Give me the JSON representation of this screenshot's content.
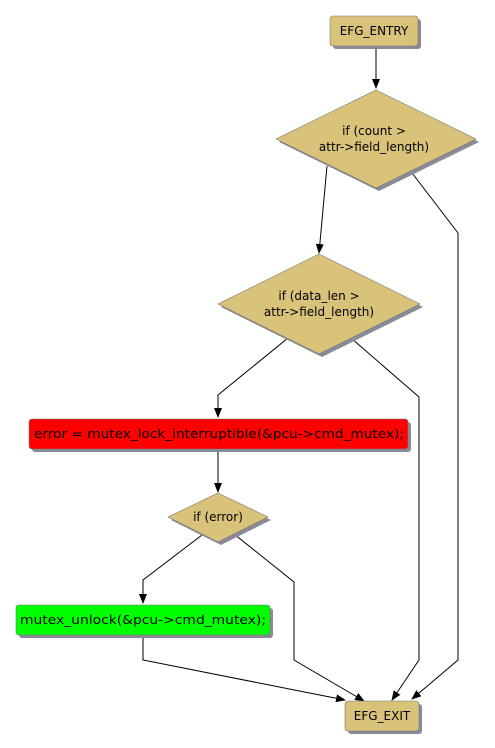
{
  "colors": {
    "decision_fill": "#d9c27a",
    "terminal_fill": "#d9c27a",
    "error_fill": "#ff0000",
    "unlock_fill": "#00ff00",
    "shadow": "#8a8a99",
    "edge": "#000000"
  },
  "nodes": {
    "entry": {
      "label": "EFG_ENTRY"
    },
    "cond_count": {
      "line1": "if (count >",
      "line2": "attr->field_length)"
    },
    "cond_data_len": {
      "line1": "if (data_len >",
      "line2": "attr->field_length)"
    },
    "error_assign": {
      "label": "error = mutex_lock_interruptible(&pcu->cmd_mutex);"
    },
    "cond_error": {
      "label": "if (error)"
    },
    "unlock": {
      "label": "mutex_unlock(&pcu->cmd_mutex);"
    },
    "exit": {
      "label": "EFG_EXIT"
    }
  }
}
